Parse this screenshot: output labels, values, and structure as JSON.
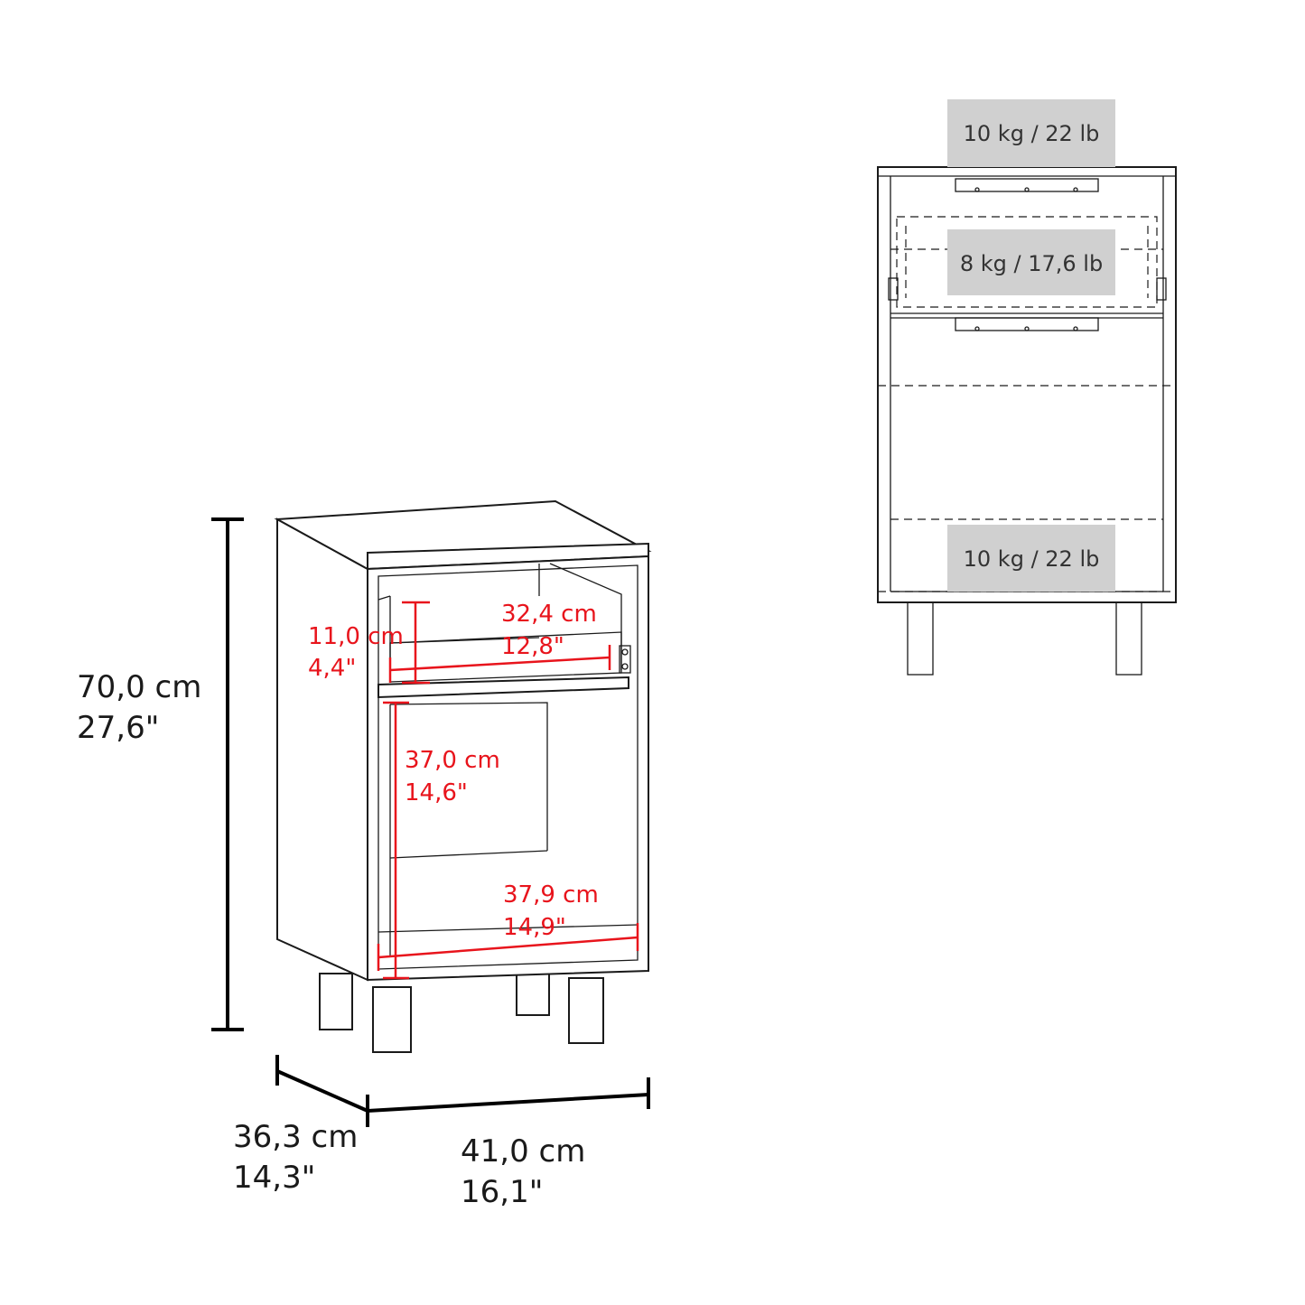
{
  "dimensions": {
    "height_cm": "70,0 cm",
    "height_in": "27,6\"",
    "depth_cm": "36,3 cm",
    "depth_in": "14,3\"",
    "width_cm": "41,0 cm",
    "width_in": "16,1\"",
    "drawer_height_cm": "11,0 cm",
    "drawer_height_in": "4,4\"",
    "drawer_width_cm": "32,4 cm",
    "drawer_width_in": "12,8\"",
    "cabinet_height_cm": "37,0 cm",
    "cabinet_height_in": "14,6\"",
    "cabinet_width_cm": "37,9 cm",
    "cabinet_width_in": "14,9\""
  },
  "weights": {
    "top": "10 kg / 22 lb",
    "drawer": "8 kg / 17,6 lb",
    "bottom": "10 kg / 22 lb"
  },
  "colors": {
    "measurement_red": "#e8141c",
    "badge_gray": "#d0d0d0",
    "line_black": "#1a1a1a"
  }
}
